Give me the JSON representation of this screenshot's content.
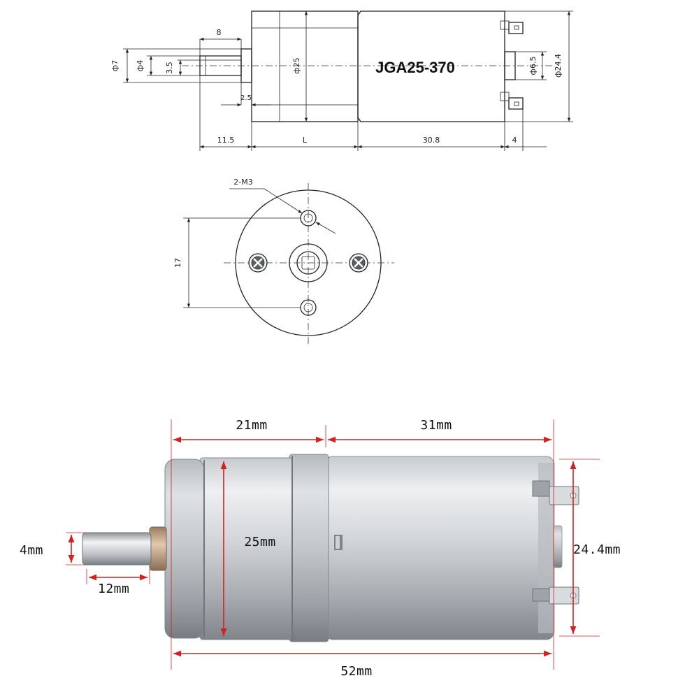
{
  "side_view": {
    "model_label": "JGA25-370",
    "dims": {
      "key_length": "8",
      "shaft_dia": "ф7",
      "shaft_inner_dia": "ф4",
      "flat": "3.5",
      "collar": "2.5",
      "gearbox_dia": "ф25",
      "boss_dia": "ф6.5",
      "motor_dia": "ф24.4",
      "shaft_length": "11.5",
      "gearbox_length": "L",
      "motor_length": "30.8",
      "terminal_length": "4"
    }
  },
  "end_view": {
    "screw_label": "2-M3",
    "hole_spacing": "17"
  },
  "photo": {
    "gearbox_length": "21mm",
    "motor_length": "31mm",
    "shaft_dia": "4mm",
    "shaft_length": "12mm",
    "gearbox_dia": "25mm",
    "motor_dia": "24.4mm",
    "total_length": "52mm"
  },
  "colors": {
    "dimension_red": "#d42020",
    "metal_light": "#e6e8ea",
    "metal_dark": "#8f959b"
  }
}
